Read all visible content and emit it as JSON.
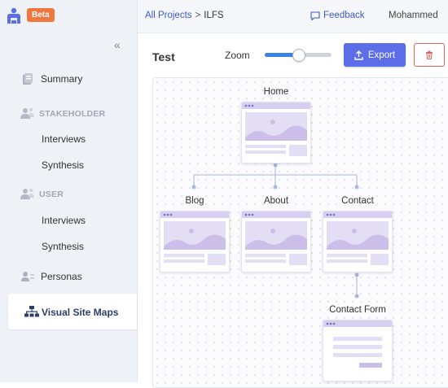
{
  "sidebar": {
    "beta_label": "Beta",
    "collapse_glyph": "«",
    "summary_label": "Summary",
    "stakeholder_heading": "STAKEHOLDER",
    "stakeholder_items": [
      "Interviews",
      "Synthesis"
    ],
    "user_heading": "USER",
    "user_items": [
      "Interviews",
      "Synthesis"
    ],
    "personas_label": "Personas",
    "sitemaps_label": "Visual Site Maps"
  },
  "topbar": {
    "breadcrumb_root": "All Projects",
    "breadcrumb_sep": ">",
    "breadcrumb_current": "ILFS",
    "feedback_label": "Feedback",
    "user_name": "Mohammed"
  },
  "toolbar": {
    "title": "Test",
    "zoom_label": "Zoom",
    "zoom_level": 0.5,
    "export_label": "Export"
  },
  "sitemap": {
    "home": "Home",
    "children": [
      "Blog",
      "About",
      "Contact"
    ],
    "contact_child": "Contact Form"
  },
  "colors": {
    "accent": "#5b6ee8",
    "link": "#3a5bc7",
    "beta": "#f0783e",
    "danger": "#e26060",
    "wire": "#d6cff0"
  }
}
